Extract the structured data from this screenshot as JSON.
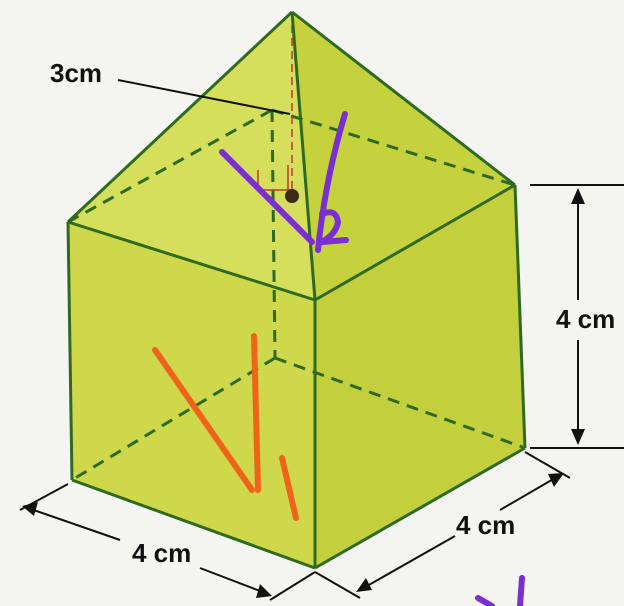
{
  "figure": {
    "labels": {
      "slant_height": "3cm",
      "height": "4 cm",
      "depth": "4 cm",
      "width": "4 cm"
    },
    "colors": {
      "solid_fill": "#c9d63f",
      "solid_light": "#d8e060",
      "edge": "#2e6a1f",
      "right_angle_mark": "#c0392b",
      "annotation_purple": "#7a2fd0",
      "annotation_orange": "#f0641a"
    },
    "annotations": {
      "purple_mark": "√2",
      "orange_mark": "√1"
    }
  }
}
